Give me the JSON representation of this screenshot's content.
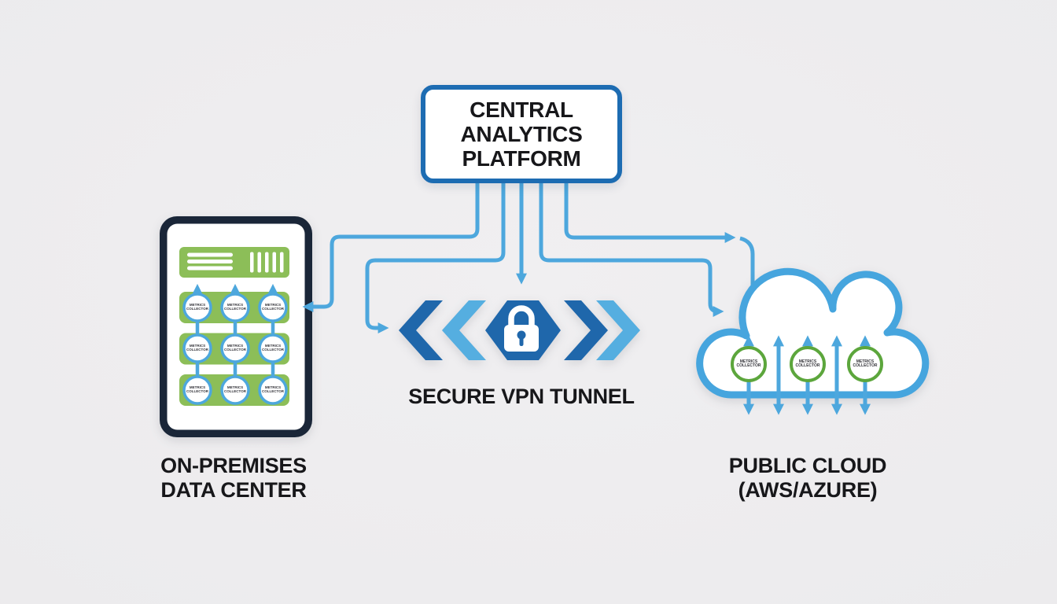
{
  "central_platform": {
    "line1": "CENTRAL",
    "line2": "ANALYTICS",
    "line3": "PLATFORM"
  },
  "on_premises": {
    "label_line1": "ON-PREMISES",
    "label_line2": "DATA CENTER",
    "node_line1": "METRICS",
    "node_line2": "COLLECTOR",
    "node_rows": 3,
    "node_cols": 3
  },
  "vpn_tunnel": {
    "label": "SECURE VPN TUNNEL",
    "icon": "padlock-icon"
  },
  "public_cloud": {
    "label_line1": "PUBLIC CLOUD",
    "label_line2": "(AWS/AZURE)",
    "node_line1": "METRICS",
    "node_line2": "COLLECTOR",
    "node_count": 3
  },
  "colors": {
    "arrow_blue": "#4DA7DD",
    "chevron_dark_blue": "#1F67AB",
    "chevron_light_blue": "#55AEE0",
    "cloud_outline_blue": "#46A5DE",
    "box_border_blue": "#1D6CB2",
    "frame_navy": "#1A2638",
    "server_green": "#8CBE58",
    "cloud_node_green": "#5CA63C",
    "text_dark": "#17171A",
    "background": "#ECEBED"
  }
}
